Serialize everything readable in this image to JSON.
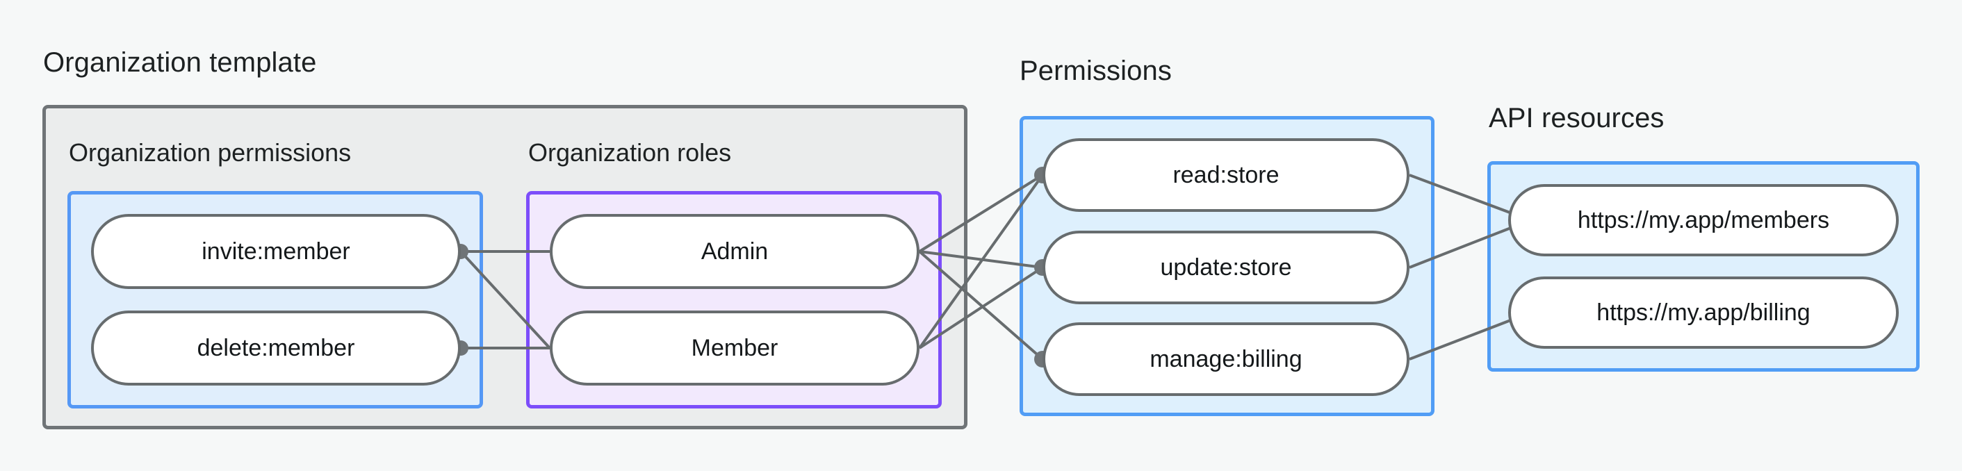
{
  "theme": {
    "page_background": "#f6f8f8",
    "text_color": "#1d2122",
    "outer_group_fill": "#ebeded",
    "outer_group_border": "#6f7477",
    "blue_group_fill": "#e0eefc",
    "blue_group_border": "#5598f5",
    "purple_group_fill": "#f2e9fd",
    "purple_group_border": "#7c4dfa",
    "pill_fill": "#ffffff",
    "pill_border": "#676c6e",
    "connector_color": "#676c6e"
  },
  "diagram": {
    "type": "relationship-flow",
    "sections": {
      "org_template": {
        "caption": "Organization template",
        "subsections": {
          "org_permissions": {
            "caption": "Organization permissions",
            "items": [
              {
                "label": "invite:member"
              },
              {
                "label": "delete:member"
              }
            ]
          },
          "org_roles": {
            "caption": "Organization roles",
            "items": [
              {
                "label": "Admin"
              },
              {
                "label": "Member"
              }
            ]
          }
        }
      },
      "permissions": {
        "caption": "Permissions",
        "items": [
          {
            "label": "read:store"
          },
          {
            "label": "update:store"
          },
          {
            "label": "manage:billing"
          }
        ]
      },
      "api_resources": {
        "caption": "API resources",
        "items": [
          {
            "label": "https://my.app/members"
          },
          {
            "label": "https://my.app/billing"
          }
        ]
      }
    },
    "connections": [
      {
        "from": "invite:member",
        "to": "Admin"
      },
      {
        "from": "invite:member",
        "to": "Member"
      },
      {
        "from": "delete:member",
        "to": "Member"
      },
      {
        "from": "Admin",
        "to": "read:store"
      },
      {
        "from": "Admin",
        "to": "update:store"
      },
      {
        "from": "Admin",
        "to": "manage:billing"
      },
      {
        "from": "Member",
        "to": "read:store"
      },
      {
        "from": "Member",
        "to": "update:store"
      },
      {
        "from": "read:store",
        "to": "https://my.app/members"
      },
      {
        "from": "update:store",
        "to": "https://my.app/members"
      },
      {
        "from": "manage:billing",
        "to": "https://my.app/billing"
      }
    ]
  }
}
